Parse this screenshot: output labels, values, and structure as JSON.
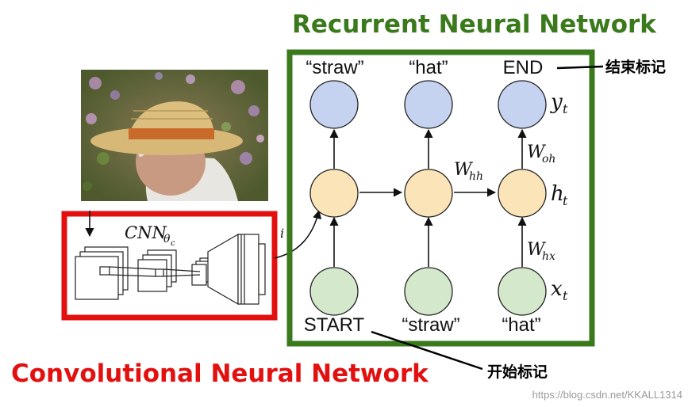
{
  "titles": {
    "rnn": "Recurrent Neural Network",
    "cnn": "Convolutional Neural Network"
  },
  "colors": {
    "rnn_accent": "#3a7a1c",
    "cnn_accent": "#e31010",
    "output_node": "#c5d3f0",
    "hidden_node": "#fbe5b8",
    "input_node": "#d4e8cc"
  },
  "outputs": [
    "“straw”",
    "“hat”",
    "END"
  ],
  "inputs": [
    "START",
    "“straw”",
    "“hat”"
  ],
  "weights": {
    "w_hh_base": "W",
    "w_hh_sub": "hh",
    "w_oh_base": "W",
    "w_oh_sub": "oh",
    "w_hx_base": "W",
    "w_hx_sub": "hx",
    "w_ih_fragment": "i"
  },
  "node_labels": {
    "y_base": "y",
    "y_sub": "t",
    "h_base": "h",
    "h_sub": "t",
    "x_base": "x",
    "x_sub": "t"
  },
  "cnn_label": {
    "base": "CNN",
    "sub": "θ",
    "subsub": "c"
  },
  "annotations": {
    "end_marker": "结束标记",
    "start_marker": "开始标记"
  },
  "photo": {
    "icon": "person-with-straw-hat-photo"
  },
  "watermark": "https://blog.csdn.net/KKALL1314"
}
